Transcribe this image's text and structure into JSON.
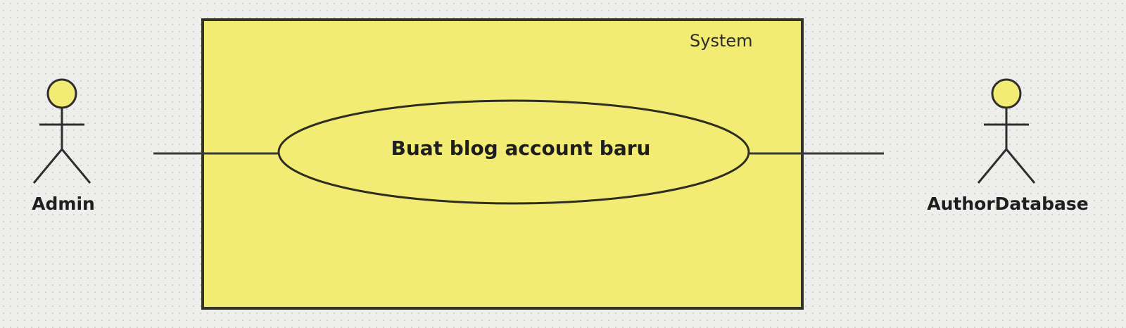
{
  "system": {
    "label": "System",
    "fill_color": "#f3ec74",
    "border_color": "#333322"
  },
  "use_case": {
    "label": "Buat blog account baru",
    "fill_color": "#f3ec74"
  },
  "actors": [
    {
      "label": "Admin",
      "icon": "stick-figure-actor",
      "head_color": "#f3ec74"
    },
    {
      "label": "AuthorDatabase",
      "icon": "stick-figure-actor",
      "head_color": "#f3ec74"
    }
  ],
  "background_color": "#eeeeec",
  "line_color": "#3a3a3a"
}
